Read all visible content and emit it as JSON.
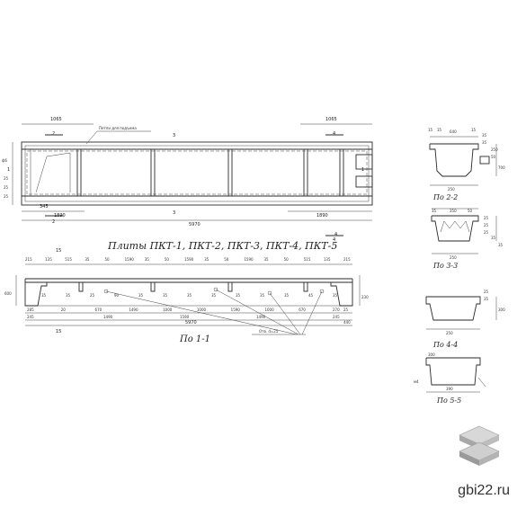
{
  "plan": {
    "dims": {
      "top_left": "1065",
      "top_right": "1065",
      "bottom_left_a": "345",
      "bottom_left_b": "1890",
      "bottom_total": "5970",
      "bottom_right": "1890",
      "left_a": "25",
      "left_b": "25",
      "left_c": "25"
    },
    "callout_lifting": "Петли для подъема",
    "section_marks": [
      "2",
      "3",
      "4",
      "2",
      "3",
      "4"
    ],
    "side_labels": [
      "ф6",
      "1",
      "1"
    ]
  },
  "title": "Плиты ПКТ-1, ПКТ-2, ПКТ-3, ПКТ-4, ПКТ-5",
  "elevation": {
    "top_dims": [
      "215",
      "135",
      "515",
      "35",
      "50",
      "1590",
      "35",
      "50",
      "1590",
      "35",
      "50",
      "1590",
      "35",
      "50",
      "515",
      "135",
      "215"
    ],
    "mid_dims": [
      "35",
      "35",
      "25",
      "90",
      "35",
      "35",
      "35",
      "35",
      "35",
      "35",
      "35",
      "45",
      "35"
    ],
    "bottom_dims_a": [
      "285",
      "20",
      "670",
      "1490",
      "1000",
      "1000",
      "1590",
      "1000",
      "670",
      "270"
    ],
    "bottom_dims_b": [
      "245",
      "1490",
      "1590",
      "1490",
      "245"
    ],
    "total": "5970",
    "side_left": "600",
    "side_right": "230",
    "mark_left": "15",
    "mark_bottom": "15",
    "stroke_mark": "4",
    "note": "Отв. d=25",
    "corner_dims": [
      "25",
      "440"
    ]
  },
  "caption_11": "По 1-1",
  "sections": [
    {
      "caption": "По 2-2",
      "dims": [
        "15",
        "35",
        "640",
        "15",
        "35",
        "35",
        "250",
        "50",
        "700",
        "250"
      ]
    },
    {
      "caption": "По 3-3",
      "dims": [
        "35",
        "350",
        "50",
        "25",
        "25",
        "25",
        "35",
        "35",
        "250"
      ]
    },
    {
      "caption": "По 4-4",
      "dims": [
        "25",
        "35",
        "300",
        "250"
      ]
    },
    {
      "caption": "По 5-5",
      "dims": [
        "300",
        "м4",
        "390"
      ]
    }
  ],
  "watermark": "gbi22.ru"
}
